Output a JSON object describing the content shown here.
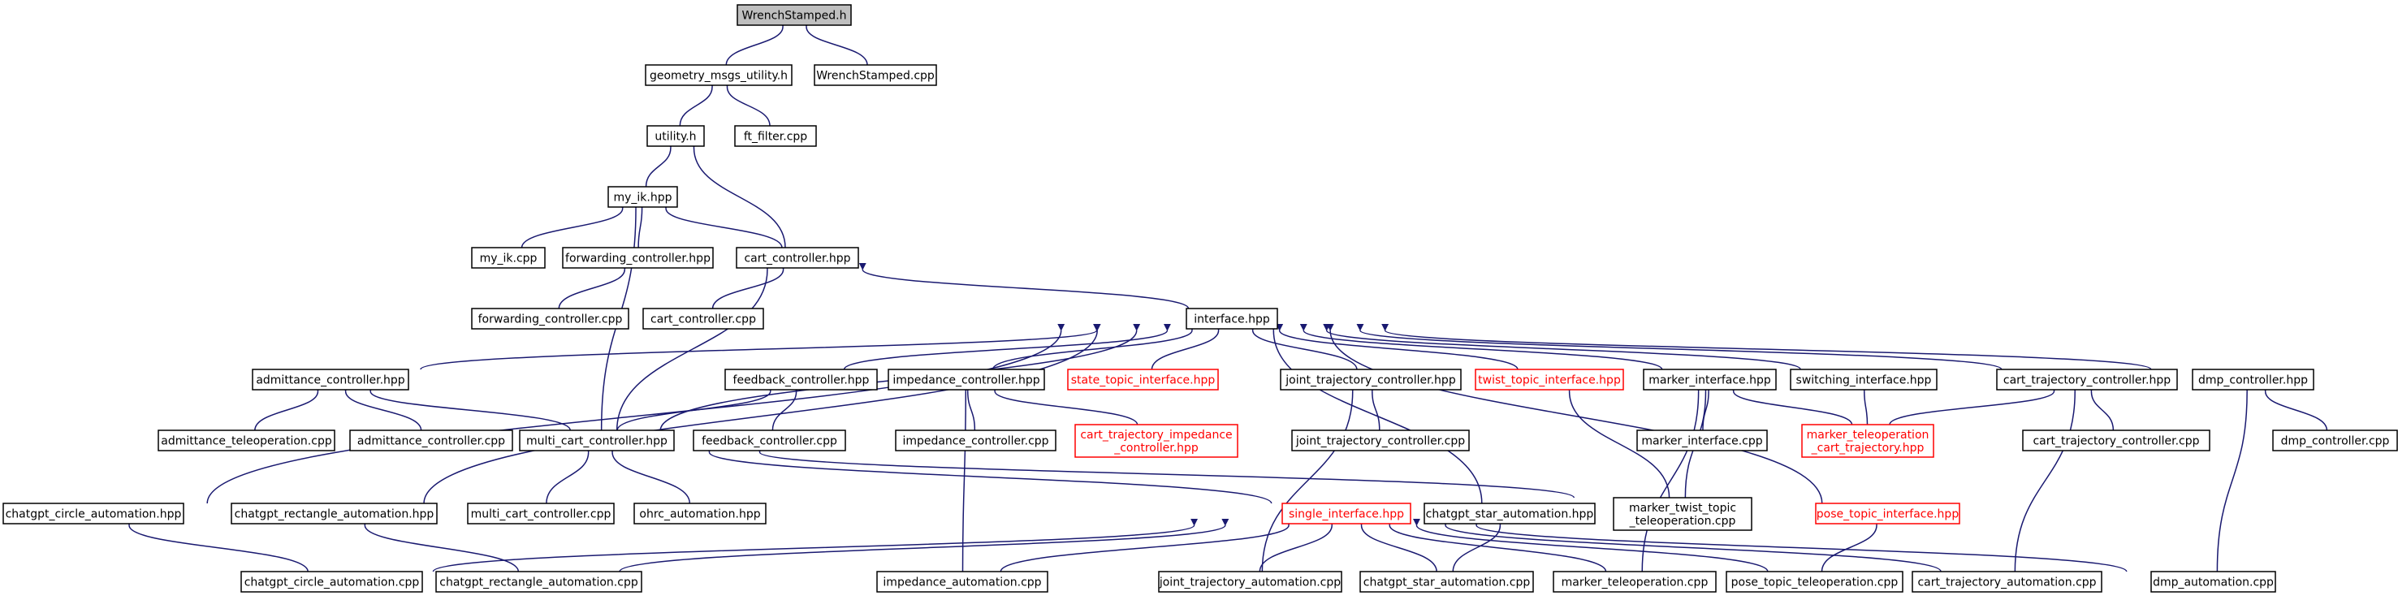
{
  "graph": {
    "edge_color": "#191970",
    "red_border_color": "#ff0000",
    "root_fill": "#bfbfbf",
    "nodes": [
      {
        "id": "wrenchstamped_h",
        "lines": [
          "WrenchStamped.h"
        ],
        "style": "root"
      },
      {
        "id": "geometry_msgs_utility_h",
        "lines": [
          "geometry_msgs_utility.h"
        ]
      },
      {
        "id": "wrenchstamped_cpp",
        "lines": [
          "WrenchStamped.cpp"
        ]
      },
      {
        "id": "utility_h",
        "lines": [
          "utility.h"
        ]
      },
      {
        "id": "ft_filter_cpp",
        "lines": [
          "ft_filter.cpp"
        ]
      },
      {
        "id": "my_ik_hpp",
        "lines": [
          "my_ik.hpp"
        ]
      },
      {
        "id": "my_ik_cpp",
        "lines": [
          "my_ik.cpp"
        ]
      },
      {
        "id": "forwarding_controller_hpp",
        "lines": [
          "forwarding_controller.hpp"
        ]
      },
      {
        "id": "cart_controller_hpp",
        "lines": [
          "cart_controller.hpp"
        ]
      },
      {
        "id": "forwarding_controller_cpp",
        "lines": [
          "forwarding_controller.cpp"
        ]
      },
      {
        "id": "cart_controller_cpp",
        "lines": [
          "cart_controller.cpp"
        ]
      },
      {
        "id": "interface_hpp",
        "lines": [
          "interface.hpp"
        ]
      },
      {
        "id": "admittance_controller_hpp",
        "lines": [
          "admittance_controller.hpp"
        ]
      },
      {
        "id": "feedback_controller_hpp",
        "lines": [
          "feedback_controller.hpp"
        ]
      },
      {
        "id": "impedance_controller_hpp",
        "lines": [
          "impedance_controller.hpp"
        ]
      },
      {
        "id": "state_topic_interface_hpp",
        "lines": [
          "state_topic_interface.hpp"
        ],
        "style": "red"
      },
      {
        "id": "joint_trajectory_controller_hpp",
        "lines": [
          "joint_trajectory_controller.hpp"
        ]
      },
      {
        "id": "twist_topic_interface_hpp",
        "lines": [
          "twist_topic_interface.hpp"
        ],
        "style": "red"
      },
      {
        "id": "marker_interface_hpp",
        "lines": [
          "marker_interface.hpp"
        ]
      },
      {
        "id": "switching_interface_hpp",
        "lines": [
          "switching_interface.hpp"
        ]
      },
      {
        "id": "cart_trajectory_controller_hpp",
        "lines": [
          "cart_trajectory_controller.hpp"
        ]
      },
      {
        "id": "dmp_controller_hpp",
        "lines": [
          "dmp_controller.hpp"
        ]
      },
      {
        "id": "admittance_teleoperation_cpp",
        "lines": [
          "admittance_teleoperation.cpp"
        ]
      },
      {
        "id": "admittance_controller_cpp",
        "lines": [
          "admittance_controller.cpp"
        ]
      },
      {
        "id": "multi_cart_controller_hpp",
        "lines": [
          "multi_cart_controller.hpp"
        ]
      },
      {
        "id": "feedback_controller_cpp",
        "lines": [
          "feedback_controller.cpp"
        ]
      },
      {
        "id": "impedance_controller_cpp",
        "lines": [
          "impedance_controller.cpp"
        ]
      },
      {
        "id": "cart_trajectory_impedance_controller_hpp",
        "lines": [
          "cart_trajectory_impedance",
          "_controller.hpp"
        ],
        "style": "red"
      },
      {
        "id": "joint_trajectory_controller_cpp",
        "lines": [
          "joint_trajectory_controller.cpp"
        ]
      },
      {
        "id": "marker_interface_cpp",
        "lines": [
          "marker_interface.cpp"
        ]
      },
      {
        "id": "marker_teleoperation_cart_trajectory_hpp",
        "lines": [
          "marker_teleoperation",
          "_cart_trajectory.hpp"
        ],
        "style": "red"
      },
      {
        "id": "cart_trajectory_controller_cpp",
        "lines": [
          "cart_trajectory_controller.cpp"
        ]
      },
      {
        "id": "dmp_controller_cpp",
        "lines": [
          "dmp_controller.cpp"
        ]
      },
      {
        "id": "chatgpt_circle_automation_hpp",
        "lines": [
          "chatgpt_circle_automation.hpp"
        ]
      },
      {
        "id": "chatgpt_rectangle_automation_hpp",
        "lines": [
          "chatgpt_rectangle_automation.hpp"
        ]
      },
      {
        "id": "multi_cart_controller_cpp",
        "lines": [
          "multi_cart_controller.cpp"
        ]
      },
      {
        "id": "ohrc_automation_hpp",
        "lines": [
          "ohrc_automation.hpp"
        ]
      },
      {
        "id": "single_interface_hpp",
        "lines": [
          "single_interface.hpp"
        ],
        "style": "red"
      },
      {
        "id": "chatgpt_star_automation_hpp",
        "lines": [
          "chatgpt_star_automation.hpp"
        ]
      },
      {
        "id": "marker_twist_topic_teleoperation_cpp",
        "lines": [
          "marker_twist_topic",
          "_teleoperation.cpp"
        ]
      },
      {
        "id": "pose_topic_interface_hpp",
        "lines": [
          "pose_topic_interface.hpp"
        ],
        "style": "red"
      },
      {
        "id": "chatgpt_circle_automation_cpp",
        "lines": [
          "chatgpt_circle_automation.cpp"
        ]
      },
      {
        "id": "chatgpt_rectangle_automation_cpp",
        "lines": [
          "chatgpt_rectangle_automation.cpp"
        ]
      },
      {
        "id": "impedance_automation_cpp",
        "lines": [
          "impedance_automation.cpp"
        ]
      },
      {
        "id": "joint_trajectory_automation_cpp",
        "lines": [
          "joint_trajectory_automation.cpp"
        ]
      },
      {
        "id": "chatgpt_star_automation_cpp",
        "lines": [
          "chatgpt_star_automation.cpp"
        ]
      },
      {
        "id": "marker_teleoperation_cpp",
        "lines": [
          "marker_teleoperation.cpp"
        ]
      },
      {
        "id": "pose_topic_teleoperation_cpp",
        "lines": [
          "pose_topic_teleoperation.cpp"
        ]
      },
      {
        "id": "cart_trajectory_automation_cpp",
        "lines": [
          "cart_trajectory_automation.cpp"
        ]
      },
      {
        "id": "dmp_automation_cpp",
        "lines": [
          "dmp_automation.cpp"
        ]
      }
    ],
    "edges": [
      [
        "wrenchstamped_h",
        "geometry_msgs_utility_h"
      ],
      [
        "wrenchstamped_h",
        "wrenchstamped_cpp"
      ],
      [
        "geometry_msgs_utility_h",
        "utility_h"
      ],
      [
        "geometry_msgs_utility_h",
        "ft_filter_cpp"
      ],
      [
        "utility_h",
        "my_ik_hpp"
      ],
      [
        "utility_h",
        "cart_controller_hpp"
      ],
      [
        "my_ik_hpp",
        "my_ik_cpp"
      ],
      [
        "my_ik_hpp",
        "forwarding_controller_hpp"
      ],
      [
        "my_ik_hpp",
        "cart_controller_hpp"
      ],
      [
        "my_ik_hpp",
        "multi_cart_controller_hpp"
      ],
      [
        "forwarding_controller_hpp",
        "forwarding_controller_cpp"
      ],
      [
        "cart_controller_hpp",
        "cart_controller_cpp"
      ],
      [
        "cart_controller_hpp",
        "interface_hpp"
      ],
      [
        "cart_controller_hpp",
        "multi_cart_controller_hpp"
      ],
      [
        "interface_hpp",
        "admittance_controller_hpp"
      ],
      [
        "interface_hpp",
        "feedback_controller_hpp"
      ],
      [
        "interface_hpp",
        "impedance_controller_hpp"
      ],
      [
        "interface_hpp",
        "state_topic_interface_hpp"
      ],
      [
        "interface_hpp",
        "joint_trajectory_controller_hpp"
      ],
      [
        "interface_hpp",
        "twist_topic_interface_hpp"
      ],
      [
        "interface_hpp",
        "marker_interface_hpp"
      ],
      [
        "interface_hpp",
        "switching_interface_hpp"
      ],
      [
        "interface_hpp",
        "cart_trajectory_controller_hpp"
      ],
      [
        "interface_hpp",
        "dmp_controller_hpp"
      ],
      [
        "interface_hpp",
        "multi_cart_controller_hpp"
      ],
      [
        "interface_hpp",
        "chatgpt_circle_automation_hpp"
      ],
      [
        "interface_hpp",
        "chatgpt_rectangle_automation_hpp"
      ],
      [
        "interface_hpp",
        "chatgpt_star_automation_hpp"
      ],
      [
        "interface_hpp",
        "pose_topic_interface_hpp"
      ],
      [
        "admittance_controller_hpp",
        "admittance_teleoperation_cpp"
      ],
      [
        "admittance_controller_hpp",
        "admittance_controller_cpp"
      ],
      [
        "admittance_controller_hpp",
        "multi_cart_controller_hpp"
      ],
      [
        "feedback_controller_hpp",
        "multi_cart_controller_hpp"
      ],
      [
        "feedback_controller_hpp",
        "feedback_controller_cpp"
      ],
      [
        "impedance_controller_hpp",
        "impedance_controller_cpp"
      ],
      [
        "impedance_controller_hpp",
        "cart_trajectory_impedance_controller_hpp"
      ],
      [
        "impedance_controller_hpp",
        "impedance_automation_cpp"
      ],
      [
        "joint_trajectory_controller_hpp",
        "joint_trajectory_controller_cpp"
      ],
      [
        "joint_trajectory_controller_hpp",
        "joint_trajectory_automation_cpp"
      ],
      [
        "twist_topic_interface_hpp",
        "marker_twist_topic_teleoperation_cpp"
      ],
      [
        "marker_interface_hpp",
        "marker_interface_cpp"
      ],
      [
        "marker_interface_hpp",
        "marker_teleoperation_cart_trajectory_hpp"
      ],
      [
        "marker_interface_hpp",
        "marker_twist_topic_teleoperation_cpp"
      ],
      [
        "marker_interface_hpp",
        "marker_teleoperation_cpp"
      ],
      [
        "switching_interface_hpp",
        "marker_teleoperation_cart_trajectory_hpp"
      ],
      [
        "cart_trajectory_controller_hpp",
        "marker_teleoperation_cart_trajectory_hpp"
      ],
      [
        "cart_trajectory_controller_hpp",
        "cart_trajectory_controller_cpp"
      ],
      [
        "cart_trajectory_controller_hpp",
        "cart_trajectory_automation_cpp"
      ],
      [
        "dmp_controller_hpp",
        "dmp_controller_cpp"
      ],
      [
        "dmp_controller_hpp",
        "dmp_automation_cpp"
      ],
      [
        "multi_cart_controller_hpp",
        "multi_cart_controller_cpp"
      ],
      [
        "multi_cart_controller_hpp",
        "ohrc_automation_hpp"
      ],
      [
        "multi_cart_controller_hpp",
        "single_interface_hpp"
      ],
      [
        "multi_cart_controller_hpp",
        "marker_twist_topic_teleoperation_cpp"
      ],
      [
        "chatgpt_circle_automation_hpp",
        "chatgpt_circle_automation_cpp"
      ],
      [
        "chatgpt_rectangle_automation_hpp",
        "chatgpt_rectangle_automation_cpp"
      ],
      [
        "chatgpt_star_automation_hpp",
        "chatgpt_star_automation_cpp"
      ],
      [
        "pose_topic_interface_hpp",
        "pose_topic_teleoperation_cpp"
      ],
      [
        "single_interface_hpp",
        "chatgpt_circle_automation_cpp"
      ],
      [
        "single_interface_hpp",
        "chatgpt_rectangle_automation_cpp"
      ],
      [
        "single_interface_hpp",
        "impedance_automation_cpp"
      ],
      [
        "single_interface_hpp",
        "joint_trajectory_automation_cpp"
      ],
      [
        "single_interface_hpp",
        "chatgpt_star_automation_cpp"
      ],
      [
        "single_interface_hpp",
        "marker_teleoperation_cpp"
      ],
      [
        "single_interface_hpp",
        "pose_topic_teleoperation_cpp"
      ],
      [
        "single_interface_hpp",
        "cart_trajectory_automation_cpp"
      ],
      [
        "single_interface_hpp",
        "dmp_automation_cpp"
      ]
    ]
  }
}
